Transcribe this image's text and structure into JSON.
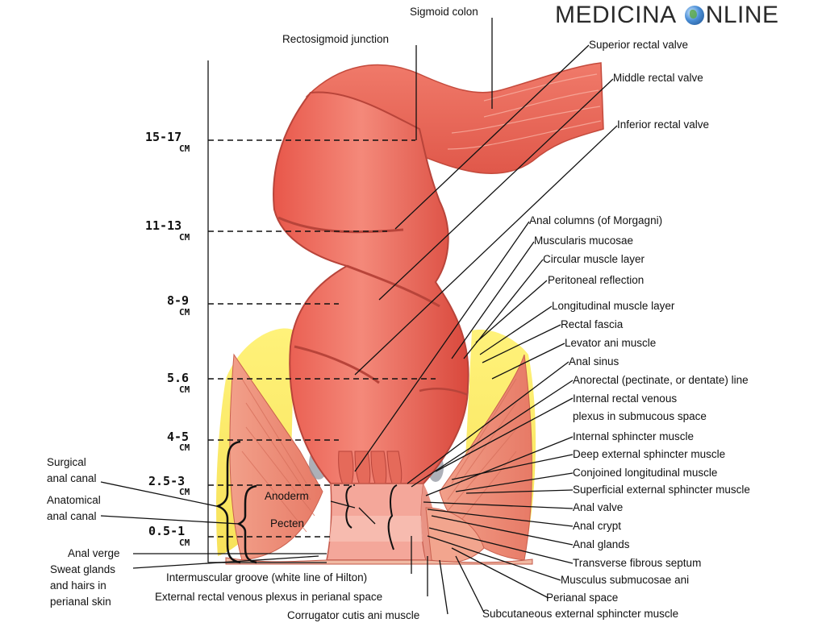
{
  "watermark": {
    "text_left": "MEDICINA",
    "text_right": "NLINE",
    "icon": "globe-icon"
  },
  "scale_marks": [
    {
      "num": "15-17",
      "unit": "CM"
    },
    {
      "num": "11-13",
      "unit": "CM"
    },
    {
      "num": "8-9",
      "unit": "CM"
    },
    {
      "num": "5.6",
      "unit": "CM"
    },
    {
      "num": "4-5",
      "unit": "CM"
    },
    {
      "num": "2.5-3",
      "unit": "CM"
    },
    {
      "num": "0.5-1",
      "unit": "CM"
    }
  ],
  "left_labels": {
    "surgical_1": "Surgical",
    "surgical_2": "anal canal",
    "anatomical_1": "Anatomical",
    "anatomical_2": "anal canal",
    "anal_verge": "Anal verge",
    "sweat_1": "Sweat glands",
    "sweat_2": "and hairs in",
    "sweat_3": "perianal skin"
  },
  "inner_labels": {
    "anoderm": "Anoderm",
    "pecten": "Pecten"
  },
  "top_labels": {
    "sigmoid_colon": "Sigmoid colon",
    "rectosigmoid": "Rectosigmoid junction"
  },
  "right_labels": [
    "Superior rectal valve",
    "Middle rectal valve",
    "Inferior rectal valve",
    "Anal columns (of Morgagni)",
    "Muscularis mucosae",
    "Circular muscle layer",
    "Peritoneal reflection",
    "Longitudinal muscle layer",
    "Rectal fascia",
    "Levator ani muscle",
    "Anal sinus",
    "Anorectal (pectinate, or dentate) line",
    "Internal rectal venous",
    "plexus in submucous space",
    "Internal sphincter muscle",
    "Deep external sphincter muscle",
    "Conjoined longitudinal muscle",
    "Superficial external sphincter muscle",
    "Anal valve",
    "Anal crypt",
    "Anal glands",
    "Transverse fibrous septum",
    "Musculus submucosae ani",
    "Perianal space",
    "Subcutaneous external sphincter muscle"
  ],
  "bottom_labels": {
    "intermuscular": "Intermuscular groove (white line of Hilton)",
    "external_plexus": "External rectal venous plexus in perianal space",
    "corrugator": "Corrugator cutis ani muscle"
  }
}
